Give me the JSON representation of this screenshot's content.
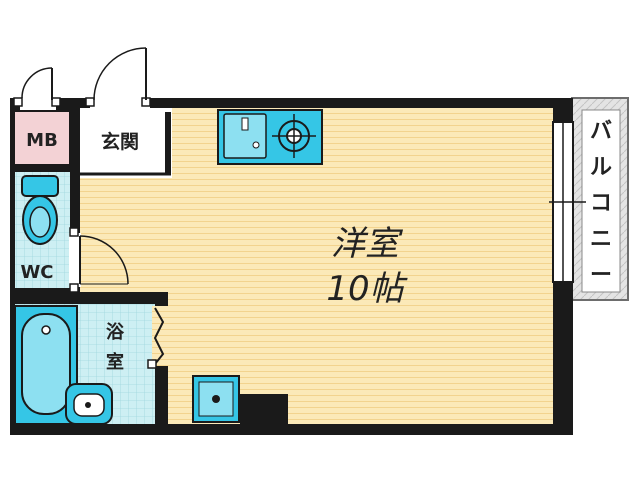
{
  "labels": {
    "mb": "MB",
    "entrance": "玄関",
    "wc": "WC",
    "bath_1": "浴",
    "bath_2": "室",
    "room_1": "洋室",
    "room_2": "10帖",
    "balcony": [
      "バ",
      "ル",
      "コ",
      "ニ",
      "ー"
    ]
  },
  "colors": {
    "wall": "#1a1a1a",
    "floor": "#fbe9b8",
    "floor_line": "#f2d38e",
    "wet": "#cdeff3",
    "wet_grid": "#9fd6de",
    "fixture": "#35c6e6",
    "mb": "#f3d2d5",
    "balcony": "#dcdcdc"
  }
}
